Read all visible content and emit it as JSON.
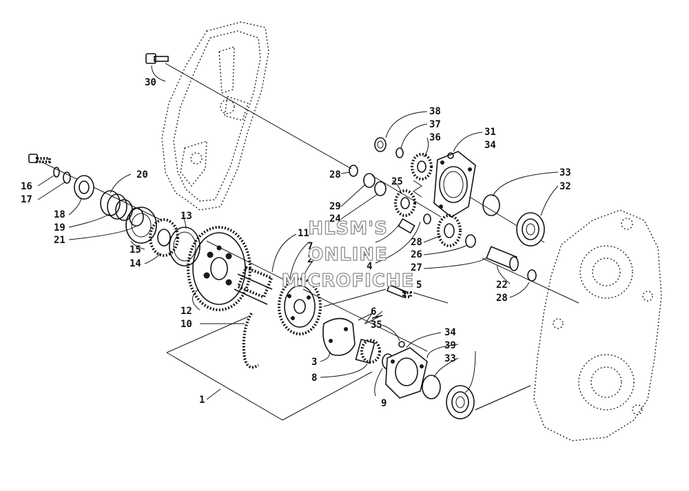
{
  "watermark": {
    "lines": [
      "HLSM'S",
      "ONLINE",
      "MICROFICHE"
    ]
  },
  "part_labels": [
    {
      "id": "p30",
      "text": "30"
    },
    {
      "id": "p38",
      "text": "38"
    },
    {
      "id": "p37",
      "text": "37"
    },
    {
      "id": "p36",
      "text": "36"
    },
    {
      "id": "p31",
      "text": "31"
    },
    {
      "id": "p34a",
      "text": "34"
    },
    {
      "id": "p16",
      "text": "16"
    },
    {
      "id": "p17",
      "text": "17"
    },
    {
      "id": "p20",
      "text": "20"
    },
    {
      "id": "p18",
      "text": "18"
    },
    {
      "id": "p19",
      "text": "19"
    },
    {
      "id": "p21",
      "text": "21"
    },
    {
      "id": "p15",
      "text": "15"
    },
    {
      "id": "p14",
      "text": "14"
    },
    {
      "id": "p13",
      "text": "13"
    },
    {
      "id": "p28a",
      "text": "28"
    },
    {
      "id": "p29",
      "text": "29"
    },
    {
      "id": "p24",
      "text": "24"
    },
    {
      "id": "p25",
      "text": "25"
    },
    {
      "id": "p33a",
      "text": "33"
    },
    {
      "id": "p32",
      "text": "32"
    },
    {
      "id": "p11",
      "text": "11"
    },
    {
      "id": "p7",
      "text": "7"
    },
    {
      "id": "p2",
      "text": "2"
    },
    {
      "id": "p23",
      "text": "23"
    },
    {
      "id": "p4",
      "text": "4"
    },
    {
      "id": "p28b",
      "text": "28"
    },
    {
      "id": "p26",
      "text": "26"
    },
    {
      "id": "p27",
      "text": "27"
    },
    {
      "id": "p5",
      "text": "5"
    },
    {
      "id": "p22",
      "text": "22"
    },
    {
      "id": "p28c",
      "text": "28"
    },
    {
      "id": "p12",
      "text": "12"
    },
    {
      "id": "p10",
      "text": "10"
    },
    {
      "id": "p6",
      "text": "6"
    },
    {
      "id": "p35",
      "text": "35"
    },
    {
      "id": "p34b",
      "text": "34"
    },
    {
      "id": "p39",
      "text": "39"
    },
    {
      "id": "p33b",
      "text": "33"
    },
    {
      "id": "p3",
      "text": "3"
    },
    {
      "id": "p8",
      "text": "8"
    },
    {
      "id": "p9",
      "text": "9"
    },
    {
      "id": "p1",
      "text": "1"
    }
  ]
}
